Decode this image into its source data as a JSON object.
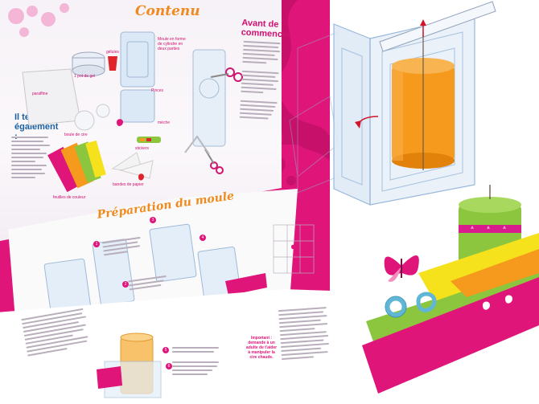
{
  "headings": {
    "contenu": "Contenu",
    "avant": "Avant de commencer",
    "faut": "Il te faut également :",
    "preparation": "Préparation du moule"
  },
  "labels": {
    "pot_gel": "1 pot de gel",
    "gelules": "gélules",
    "moule": "Moule en forme de cylindre en deux parties",
    "paraffine": "paraffine",
    "boule_cire": "boule de cire",
    "meche": "mèche",
    "pinces": "Pinces",
    "stickers": "stickers",
    "ciseaux": "ciseaux",
    "bandes_papier": "bandes de papier",
    "feuilles_couleur": "feuilles de couleur"
  },
  "warning": "Important : demande à un adulte de t'aider à manipuler la cire chaude.",
  "colors": {
    "magenta": "#e0157a",
    "orange": "#f59a1c",
    "green": "#8cc63f",
    "mold_blue": "#a7c8e8"
  }
}
